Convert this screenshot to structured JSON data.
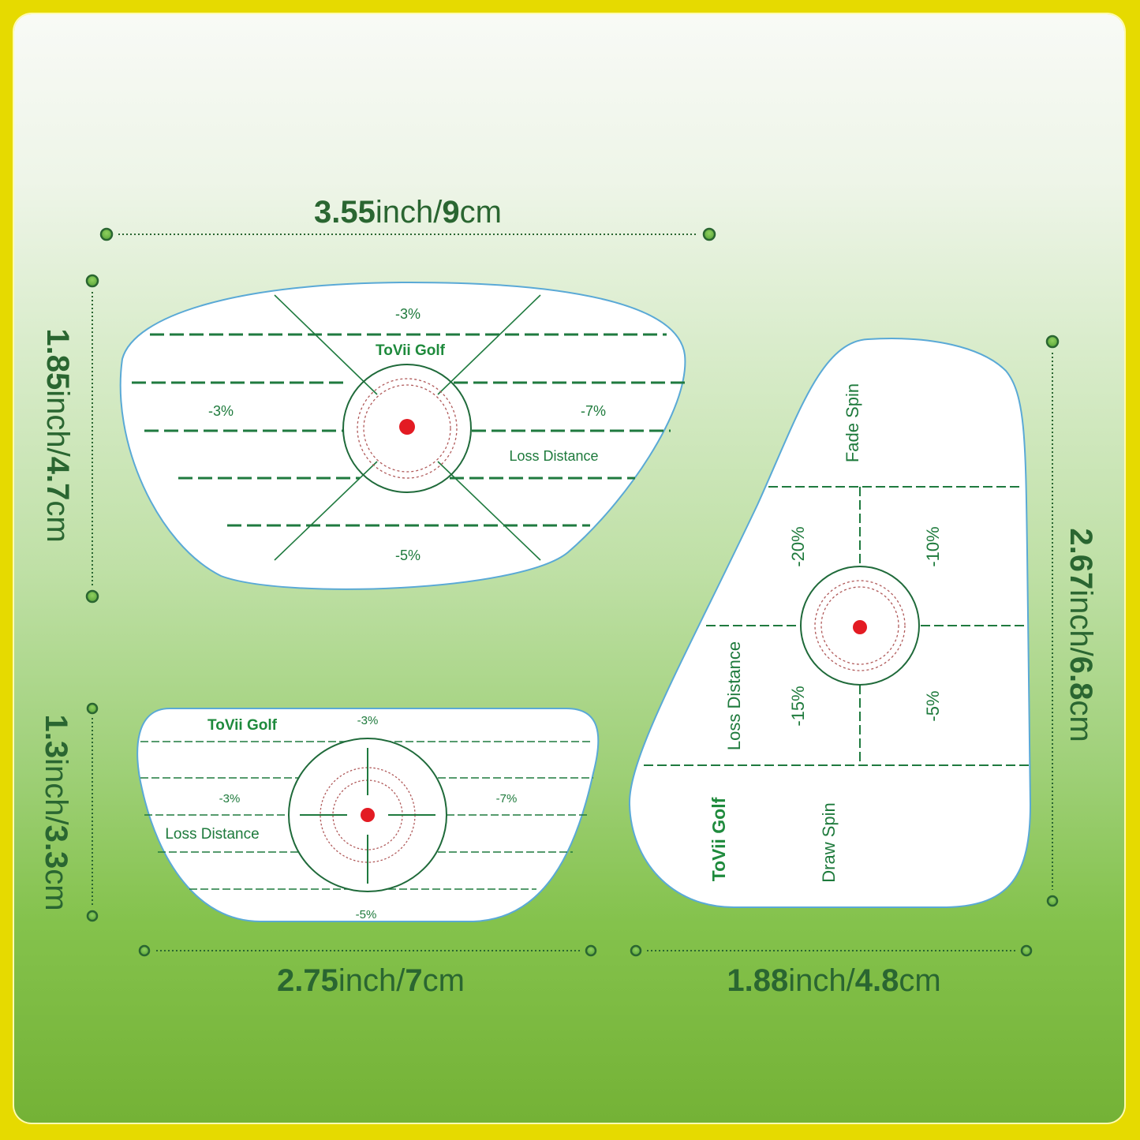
{
  "colors": {
    "border_yellow": "#e6da00",
    "dim_text": "#2a6631",
    "line_green": "#1f7a3f",
    "label_green": "#1e8a3c",
    "target_red": "#e31b23",
    "ring_red_dashed": "#b05a5a",
    "sticker_outline": "#5aa9d6",
    "dot_fill": "#6bb34a",
    "dot_stroke": "#2a6631"
  },
  "dimensions": {
    "driver_width": {
      "num1": "3.55",
      "unit1": "inch/",
      "num2": "9",
      "unit2": "cm"
    },
    "driver_height": {
      "num1": "1.85",
      "unit1": "inch/",
      "num2": "4.7",
      "unit2": "cm"
    },
    "putter_height": {
      "num1": "1.3",
      "unit1": "inch/",
      "num2": "3.3",
      "unit2": "cm"
    },
    "putter_width": {
      "num1": "2.75",
      "unit1": "inch/",
      "num2": "7",
      "unit2": "cm"
    },
    "iron_height": {
      "num1": "2.67",
      "unit1": "inch/",
      "num2": "6.8",
      "unit2": "cm"
    },
    "iron_width": {
      "num1": "1.88",
      "unit1": "inch/",
      "num2": "4.8",
      "unit2": "cm"
    }
  },
  "driver_sticker": {
    "brand": "ToVii Golf",
    "top_label": "-3%",
    "left_label": "-3%",
    "right_label": "-7%",
    "bottom_label": "-5%",
    "loss_label": "Loss Distance"
  },
  "putter_sticker": {
    "brand": "ToVii Golf",
    "top_label": "-3%",
    "left_label": "-3%",
    "right_label": "-7%",
    "bottom_label": "-5%",
    "loss_label": "Loss Distance"
  },
  "iron_sticker": {
    "brand": "ToVii Golf",
    "fade_label": "Fade Spin",
    "draw_label": "Draw Spin",
    "loss_label": "Loss Distance",
    "top_left_label": "-20%",
    "top_right_label": "-10%",
    "bottom_left_label": "-15%",
    "bottom_right_label": "-5%"
  }
}
